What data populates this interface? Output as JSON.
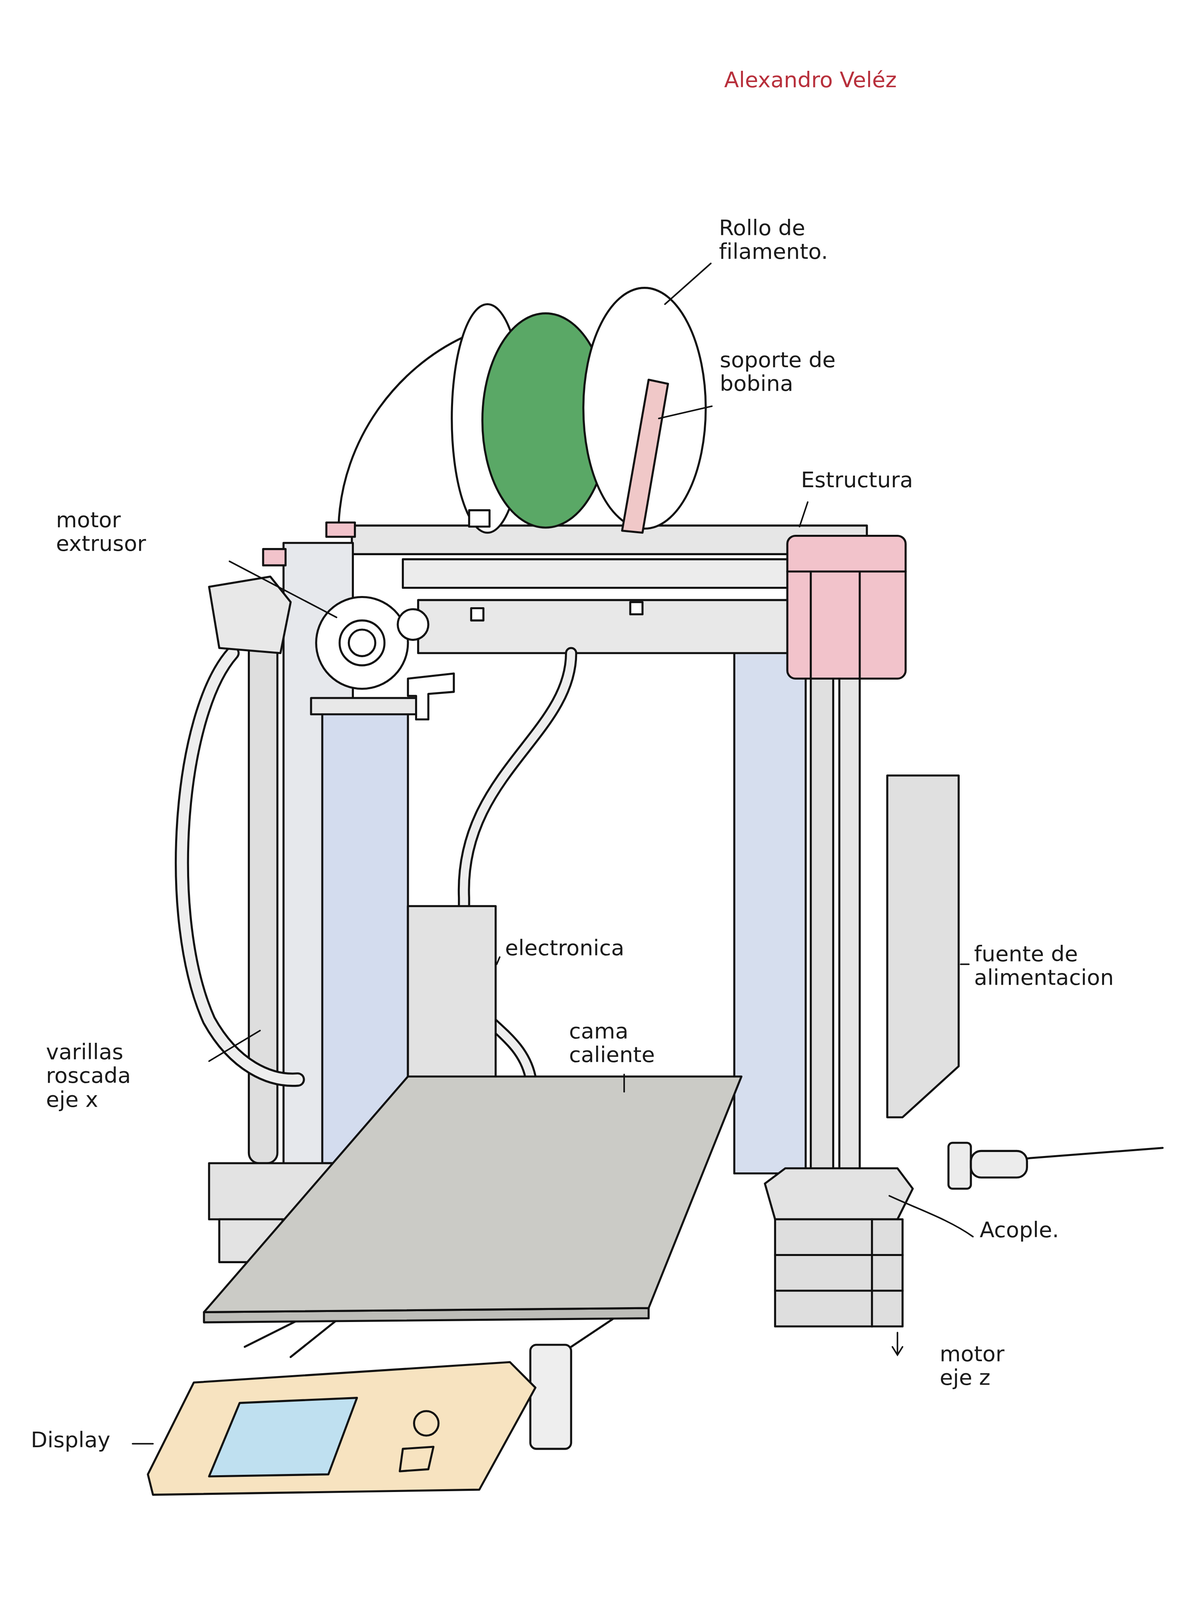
{
  "diagram": {
    "labels": [
      "Alexandro Veléz",
      "Rollo de filamento.",
      "soporte de bobina",
      "Estructura",
      "motor extrusor",
      "electronica",
      "cama caliente",
      "fuente de alimentacion",
      "varillas roscada eje x",
      "Acople.",
      "motor eje z",
      "Display"
    ]
  }
}
